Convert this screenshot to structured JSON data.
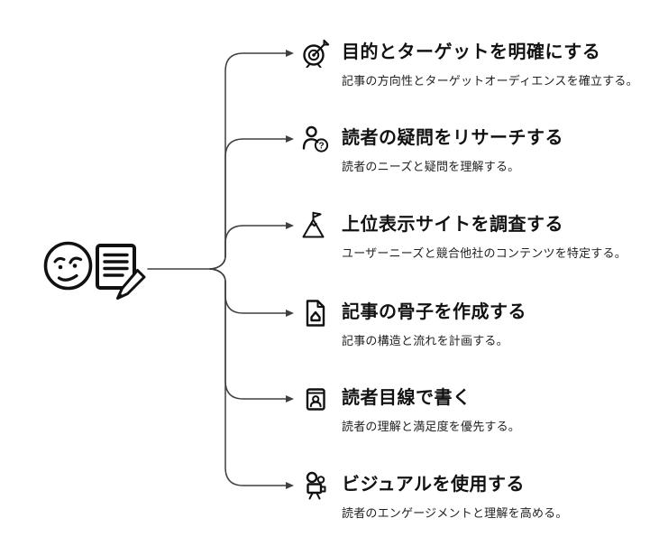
{
  "diagram": {
    "type": "mindmap",
    "background": "#ffffff",
    "line_color": "#3f3f3f",
    "ink_color": "#111111",
    "center": {
      "icons": [
        "confused-face-icon",
        "document-pencil-icon"
      ]
    },
    "glyphs": {
      "question_mark": "?"
    }
  },
  "items": [
    {
      "icon": "target-dart-icon",
      "title": "目的とターゲットを明確にする",
      "description": "記事の方向性とターゲットオーディエンスを確立する。"
    },
    {
      "icon": "person-question-icon",
      "title": "読者の疑問をリサーチする",
      "description": "読者のニーズと疑問を理解する。"
    },
    {
      "icon": "mountain-flag-icon",
      "title": "上位表示サイトを調査する",
      "description": "ユーザーニーズと競合他社のコンテンツを特定する。"
    },
    {
      "icon": "page-house-icon",
      "title": "記事の骨子を作成する",
      "description": "記事の構造と流れを計画する。"
    },
    {
      "icon": "reader-card-icon",
      "title": "読者目線で書く",
      "description": "読者の理解と満足度を優先する。"
    },
    {
      "icon": "movie-camera-icon",
      "title": "ビジュアルを使用する",
      "description": "読者のエンゲージメントと理解を高める。"
    }
  ]
}
